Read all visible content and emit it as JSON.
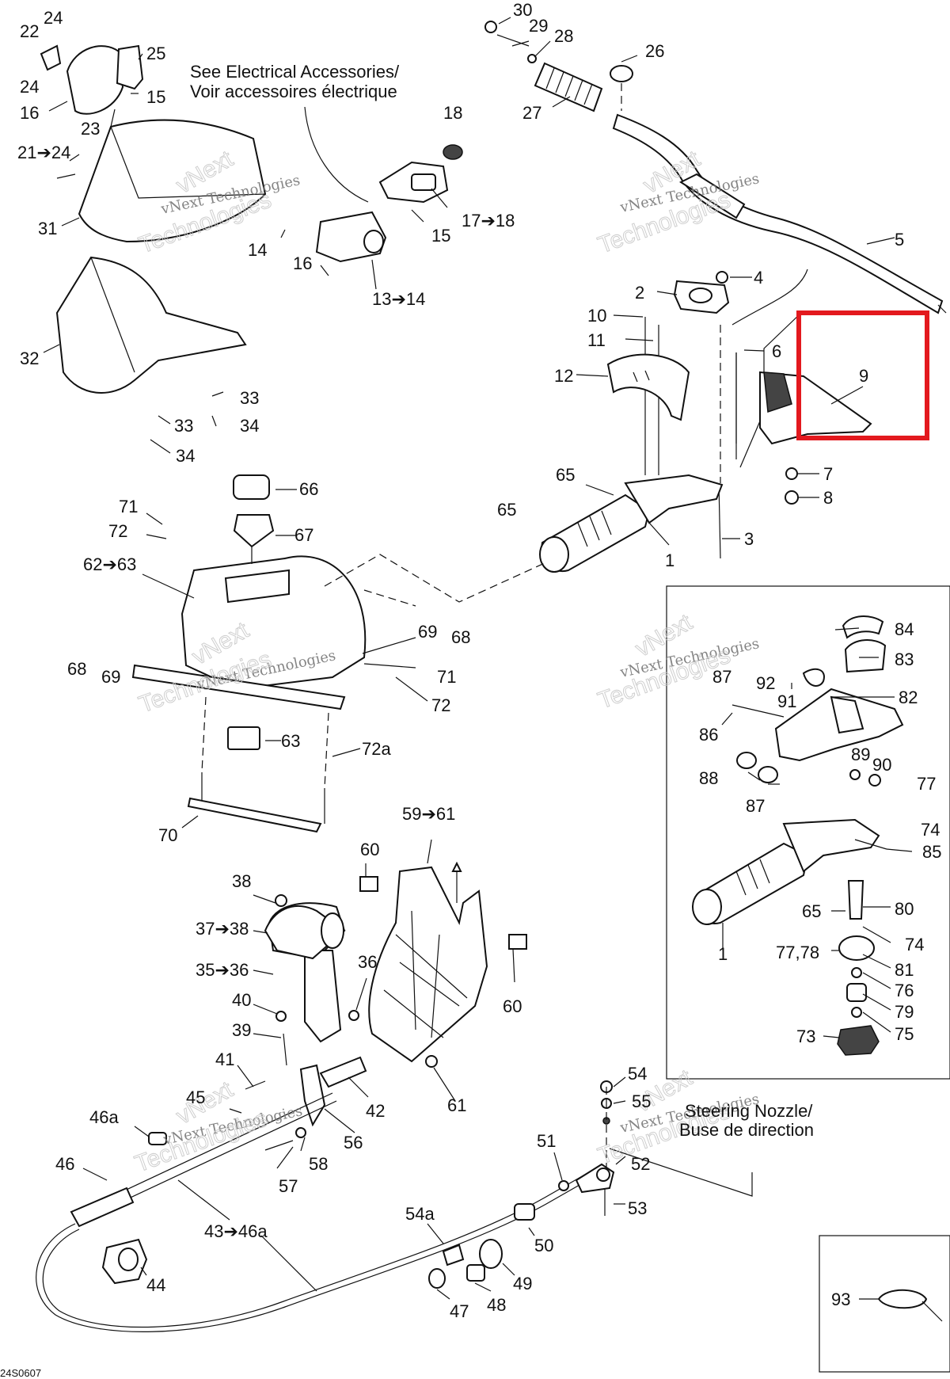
{
  "notes": {
    "electrical_line1": "See Electrical Accessories/",
    "electrical_line2": "Voir accessoires électrique",
    "nozzle_line1": "Steering Nozzle/",
    "nozzle_line2": "Buse de direction"
  },
  "watermark": {
    "line1": "vNext Technologies",
    "big1": "vNext",
    "big2": "Technologies"
  },
  "diagram_code": "24S0607",
  "highlight": {
    "label": "9",
    "color": "#e3191e"
  },
  "callouts": {
    "c30": "30",
    "c29": "29",
    "c28": "28",
    "c26": "26",
    "c27": "27",
    "c24a": "24",
    "c22": "22",
    "c24b": "24",
    "c16a": "16",
    "c21": "21➔24",
    "c25": "25",
    "c15a": "15",
    "c23": "23",
    "c18": "18",
    "c17": "17➔18",
    "c15b": "15",
    "c31": "31",
    "c14": "14",
    "c16b": "16",
    "c13": "13➔14",
    "c5": "5",
    "c4": "4",
    "c2": "2",
    "c10": "10",
    "c11": "11",
    "c6": "6",
    "c12": "12",
    "c9": "9",
    "c7": "7",
    "c8": "8",
    "c32": "32",
    "c33a": "33",
    "c34a": "34",
    "c33b": "33",
    "c34b": "34",
    "c65a": "65",
    "c65b": "65",
    "c1a": "1",
    "c3": "3",
    "c66": "66",
    "c71a": "71",
    "c72a": "72",
    "c67": "67",
    "c62": "62➔63",
    "c69a": "69",
    "c68a": "68",
    "c68b": "68",
    "c69b": "69",
    "c71b": "71",
    "c72b": "72",
    "c63": "63",
    "c72c": "72a",
    "c70": "70",
    "c84": "84",
    "c83": "83",
    "c87a": "87",
    "c92": "92",
    "c91": "91",
    "c82": "82",
    "c86": "86",
    "c89": "89",
    "c90": "90",
    "c88": "88",
    "c77a": "77",
    "c87b": "87",
    "c74a": "74",
    "c85": "85",
    "c80": "80",
    "c65c": "65",
    "c74b": "74",
    "c1b": "1",
    "c7778": "77,78",
    "c81": "81",
    "c76": "76",
    "c79": "79",
    "c73": "73",
    "c75": "75",
    "c59": "59➔61",
    "c60a": "60",
    "c38": "38",
    "c37": "37➔38",
    "c35": "35➔36",
    "c36": "36",
    "c40": "40",
    "c60b": "60",
    "c39": "39",
    "c41": "41",
    "c61": "61",
    "c42": "42",
    "c45": "45",
    "c56": "56",
    "c46a": "46a",
    "c58": "58",
    "c46": "46",
    "c57": "57",
    "c43": "43➔46a",
    "c44": "44",
    "c54": "54",
    "c55": "55",
    "c51": "51",
    "c52": "52",
    "c53": "53",
    "c54a": "54a",
    "c50": "50",
    "c49": "49",
    "c48": "48",
    "c47": "47",
    "c93": "93"
  }
}
